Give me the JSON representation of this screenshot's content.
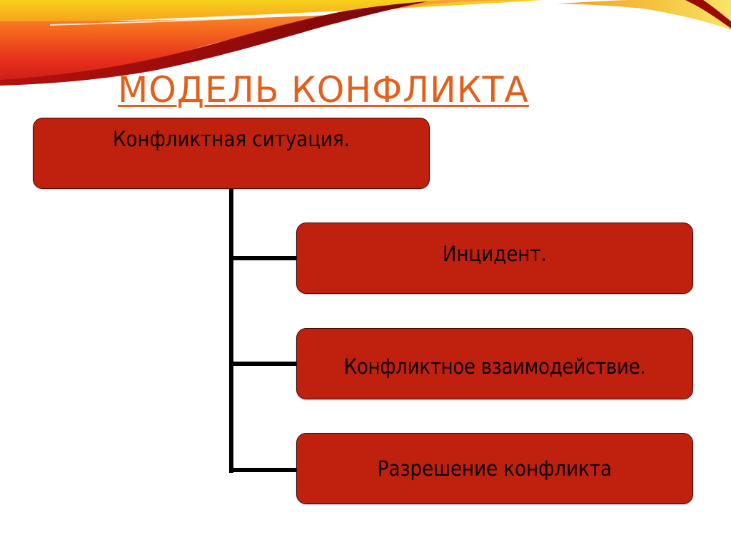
{
  "slide": {
    "title": "МОДЕЛЬ КОНФЛИКТА",
    "title_color": "#e2601c",
    "box_color": "#c0210f"
  },
  "diagram": {
    "root": {
      "label": "Конфликтная ситуация."
    },
    "children": [
      {
        "label": "Инцидент."
      },
      {
        "label": "Конфликтное взаимодействие."
      },
      {
        "label": "Разрешение конфликта"
      }
    ]
  },
  "decoration": {
    "header_graphic": "orange-red-swoosh"
  }
}
